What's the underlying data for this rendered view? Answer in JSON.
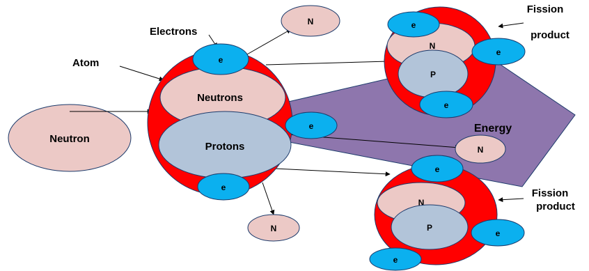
{
  "diagram": {
    "labels": {
      "electrons": "Electrons",
      "atom": "Atom",
      "neutron": "Neutron",
      "neutrons": "Neutrons",
      "protons": "Protons",
      "energy": "Energy",
      "fission_product_1_line1": "Fission",
      "fission_product_1_line2": "product",
      "fission_product_2_line1": "Fission",
      "fission_product_2_line2": "product",
      "electron": "e",
      "free_neutron": "N",
      "product_neutrons": "N",
      "product_protons": "P"
    },
    "colors": {
      "atom_shell": "#ff0000",
      "neutron_fill": "#ecc9c6",
      "proton_fill": "#b2c4d9",
      "electron_fill": "#0bb0ef",
      "energy_fill": "#8e76ad"
    }
  }
}
